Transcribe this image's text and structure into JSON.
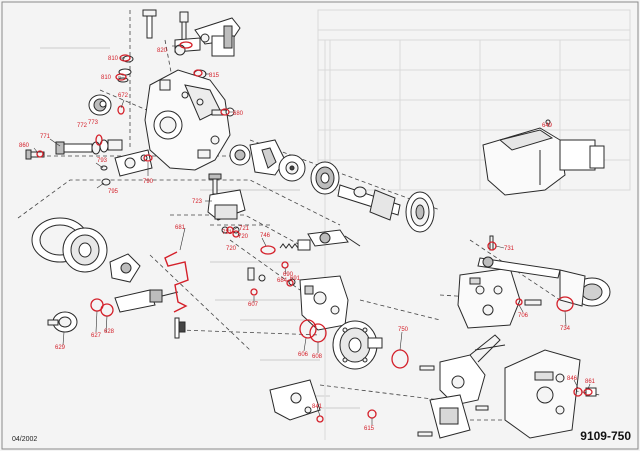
{
  "sheet": {
    "date_code": "04/2002",
    "drawing_number": "9109-750"
  },
  "colors": {
    "paper": "#f4f4f4",
    "line": "#2a2a2a",
    "callout_red": "#d4202a",
    "shade": "#bdbdbd",
    "ghost": "#d9d9d9"
  },
  "callouts": {
    "c810a": "810",
    "c810b": "810",
    "c820": "820",
    "c815": "815",
    "c672": "672",
    "c680": "680",
    "c771": "771",
    "c772": "772",
    "c773": "773",
    "c860": "860",
    "c793": "793",
    "c795": "795",
    "c790": "790",
    "c723": "723",
    "c681": "681",
    "c721a": "721",
    "c721b": "721",
    "c720a": "720",
    "c720b": "720",
    "c746": "746",
    "c690": "690",
    "c691": "691",
    "c684": "684",
    "c607": "607",
    "c606": "606",
    "c608": "608",
    "c750": "750",
    "c627": "627",
    "c628": "628",
    "c629": "629",
    "c841": "841",
    "c815b": "615",
    "c649": "649",
    "c731": "731",
    "c706": "706",
    "c734": "734",
    "c846": "846",
    "c861": "861"
  }
}
